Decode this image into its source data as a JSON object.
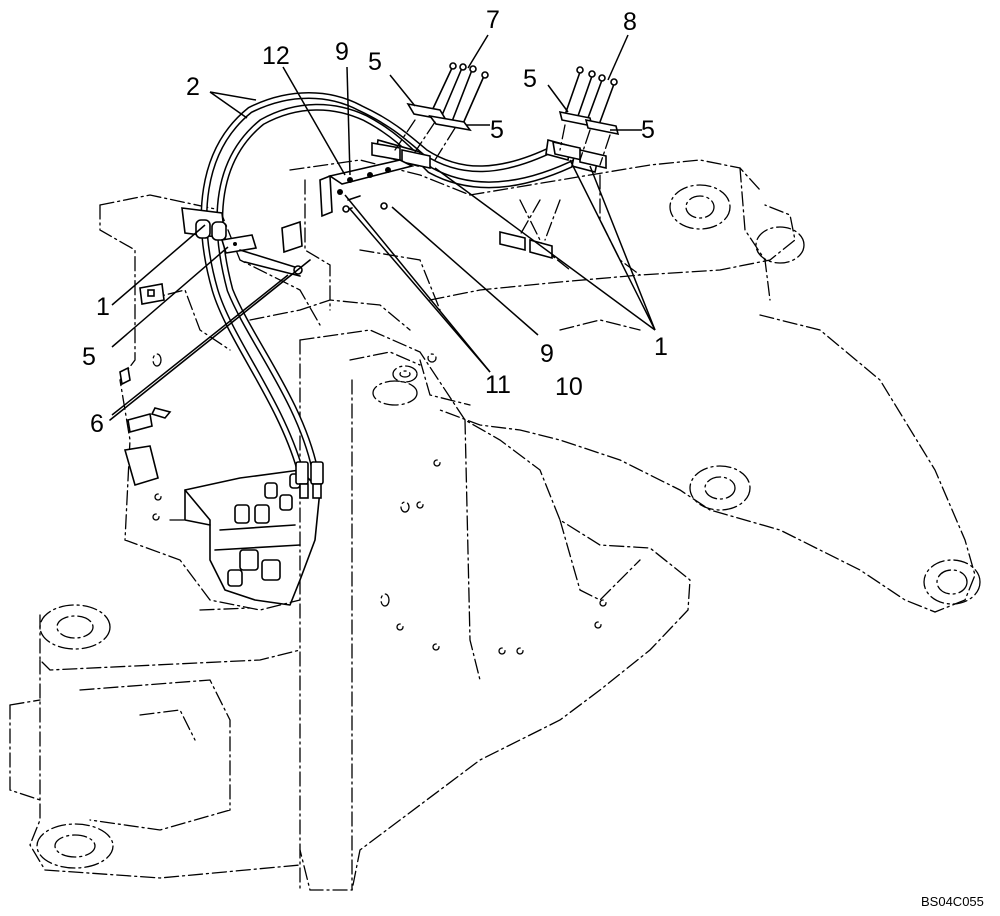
{
  "diagram_code": "BS04C055",
  "callouts": {
    "c1a": "1",
    "c1b": "1",
    "c2": "2",
    "c5a": "5",
    "c5b": "5",
    "c5c": "5",
    "c5d": "5",
    "c5e": "5",
    "c6": "6",
    "c7": "7",
    "c8": "8",
    "c9a": "9",
    "c9b": "9",
    "c10": "10",
    "c11": "11",
    "c12": "12"
  }
}
